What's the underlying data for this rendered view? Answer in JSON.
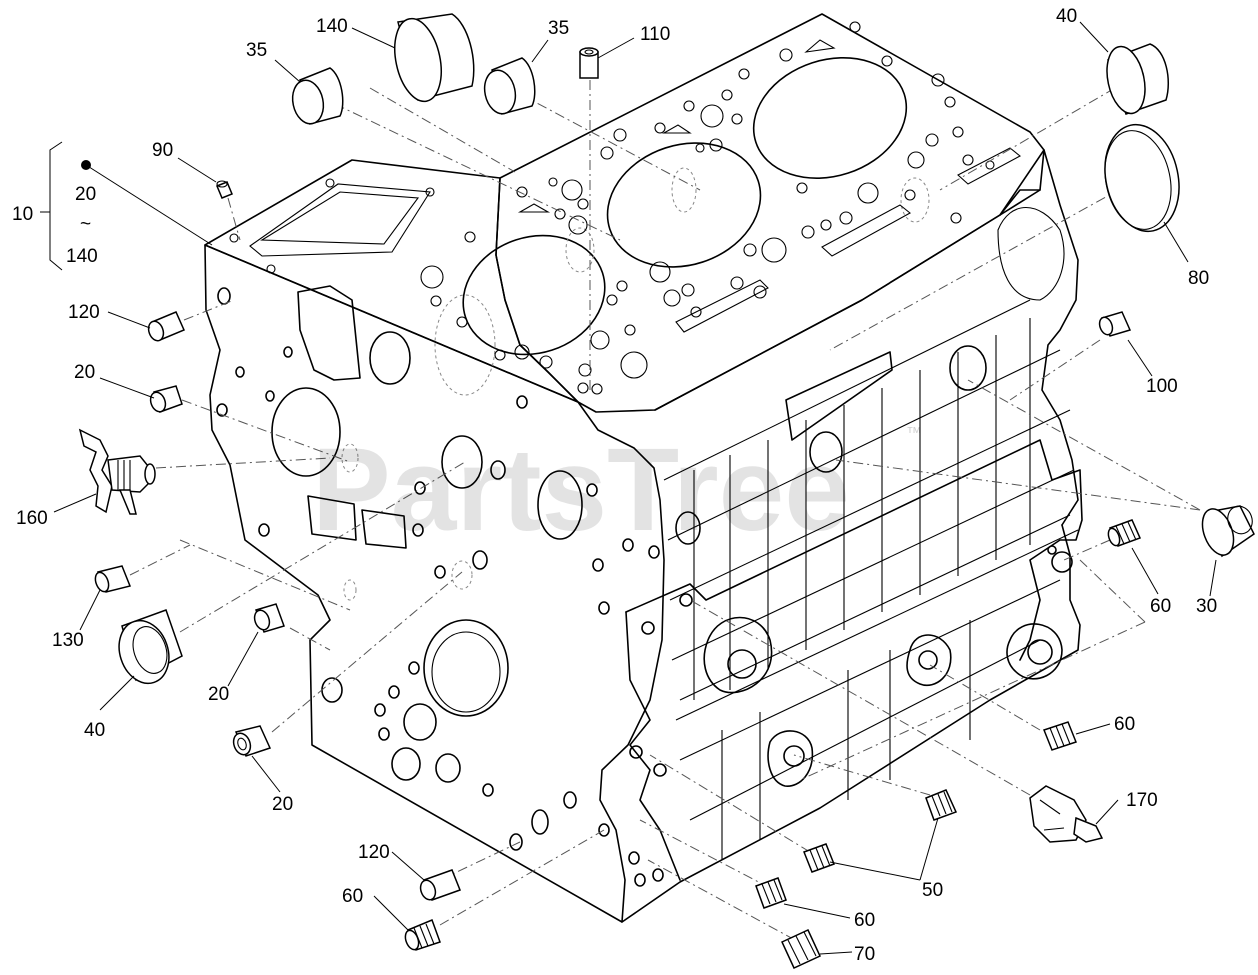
{
  "watermark": {
    "text": "PartsTree",
    "mark": "™"
  },
  "bracket": {
    "label": "10",
    "from": "20",
    "tilde": "~",
    "to": "140"
  },
  "callouts": [
    {
      "id": "c140-top",
      "text": "140"
    },
    {
      "id": "c35-left",
      "text": "35"
    },
    {
      "id": "c35-mid",
      "text": "35"
    },
    {
      "id": "c110",
      "text": "110"
    },
    {
      "id": "c40-top",
      "text": "40"
    },
    {
      "id": "c90",
      "text": "90"
    },
    {
      "id": "c80",
      "text": "80"
    },
    {
      "id": "c120-top",
      "text": "120"
    },
    {
      "id": "c20-a",
      "text": "20"
    },
    {
      "id": "c100",
      "text": "100"
    },
    {
      "id": "c160",
      "text": "160"
    },
    {
      "id": "c30",
      "text": "30"
    },
    {
      "id": "c60-right",
      "text": "60"
    },
    {
      "id": "c130",
      "text": "130"
    },
    {
      "id": "c20-b",
      "text": "20"
    },
    {
      "id": "c40-bottom",
      "text": "40"
    },
    {
      "id": "c60-mid",
      "text": "60"
    },
    {
      "id": "c20-c",
      "text": "20"
    },
    {
      "id": "c170",
      "text": "170"
    },
    {
      "id": "c120-bottom",
      "text": "120"
    },
    {
      "id": "c50",
      "text": "50"
    },
    {
      "id": "c60-left",
      "text": "60"
    },
    {
      "id": "c60-bottom",
      "text": "60"
    },
    {
      "id": "c70",
      "text": "70"
    }
  ]
}
